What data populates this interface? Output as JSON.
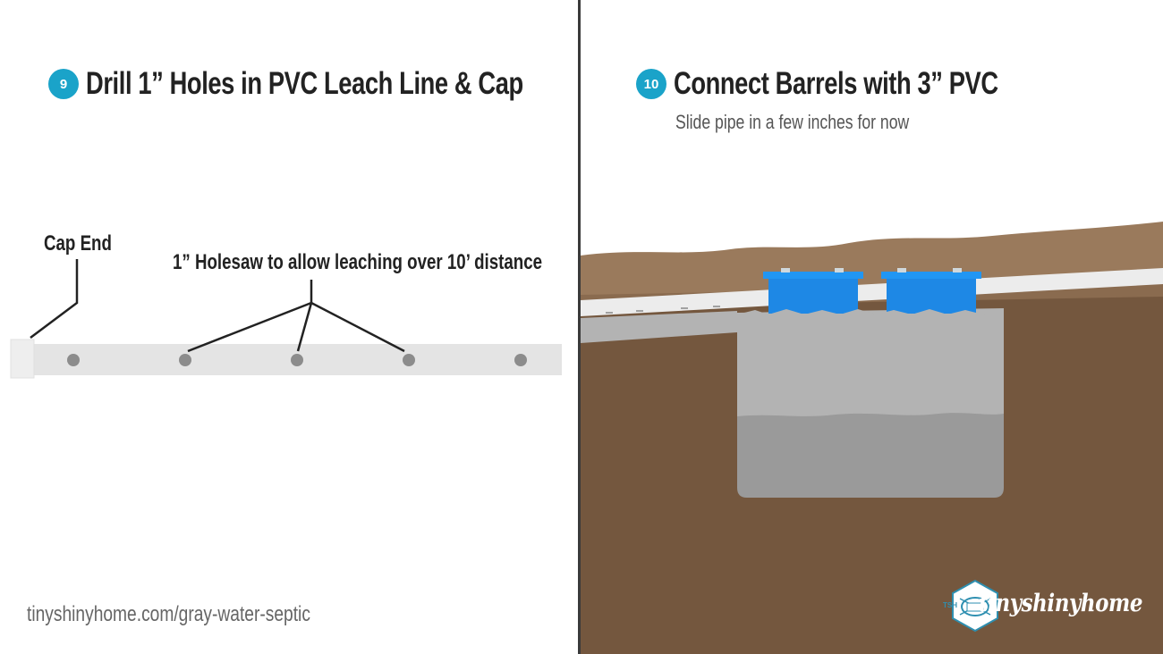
{
  "step9": {
    "number": "9",
    "title": "Drill 1” Holes in PVC Leach Line & Cap",
    "cap_label": "Cap End",
    "holesaw_label": "1” Holesaw to allow leaching over 10’ distance"
  },
  "step10": {
    "number": "10",
    "title": "Connect Barrels with 3” PVC",
    "subtitle": "Slide pipe in a few inches for now"
  },
  "footer": {
    "url": "tinyshinyhome.com/gray-water-septic",
    "logo_badge": "TSH",
    "logo_word": "tinyshinyhome"
  },
  "colors": {
    "accent": "#1aa3c9",
    "barrel_blue": "#1e88e5",
    "soil_dark": "#74573e",
    "soil_light": "#9a7a5c",
    "gravel": "#b3b3b3",
    "gravel_deep": "#9a9a9a",
    "pipe": "#e4e4e4",
    "hole": "#8c8c8c"
  },
  "icons": {
    "logo": "airstream-trailer-icon"
  }
}
